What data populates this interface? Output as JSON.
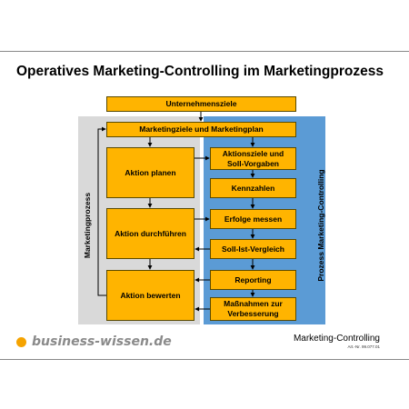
{
  "title": "Operatives Marketing-Controlling im Marketingprozess",
  "boxes": {
    "unternehmensziele": "Unternehmensziele",
    "marketingziele": "Marketingziele und Marketingplan",
    "aktion_planen": "Aktion planen",
    "aktion_durchfuehren": "Aktion durchführen",
    "aktion_bewerten": "Aktion bewerten",
    "aktionsziele_line1": "Aktionsziele und",
    "aktionsziele_line2": "Soll-Vorgaben",
    "kennzahlen": "Kennzahlen",
    "erfolge_messen": "Erfolge messen",
    "soll_ist": "Soll-Ist-Vergleich",
    "reporting": "Reporting",
    "massnahmen_line1": "Maßnahmen zur",
    "massnahmen_line2": "Verbesserung"
  },
  "labels": {
    "marketingprozess": "Marketingprozess",
    "prozess_mc": "Prozess Marketing-Controlling"
  },
  "footer": {
    "logo_text": "business-wissen.de",
    "doc_title": "Marketing-Controlling",
    "art_nr": "Art.-Nr. 99.077.01"
  },
  "colors": {
    "box_fill": "#FFB400",
    "gray_panel": "#d9d9d9",
    "blue_panel": "#5B9BD5",
    "logo_dot": "#F5A300"
  }
}
